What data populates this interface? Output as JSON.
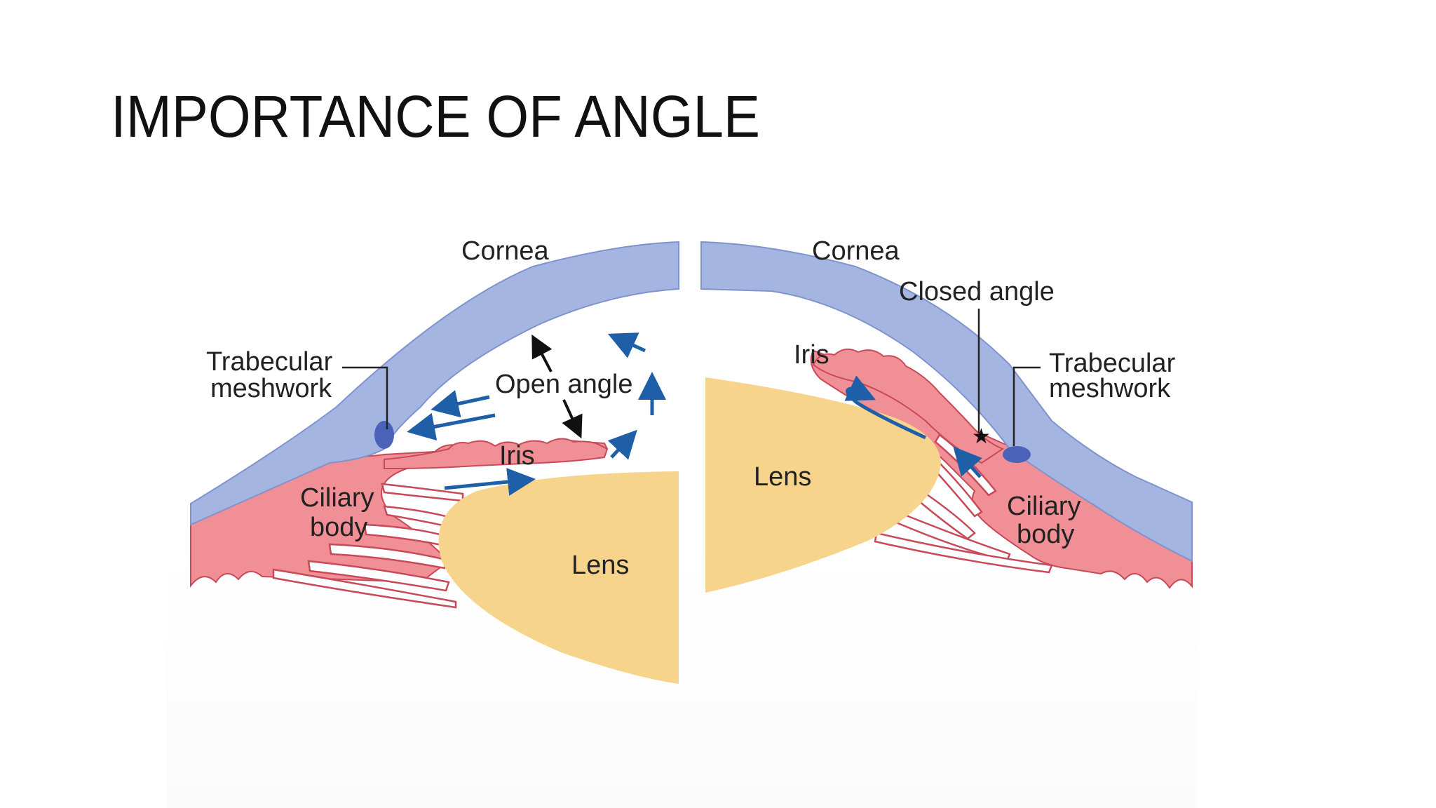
{
  "slide": {
    "title": "IMPORTANCE OF ANGLE"
  },
  "diagram": {
    "open": {
      "cornea": "Cornea",
      "trabecular_line1": "Trabecular",
      "trabecular_line2": "meshwork",
      "open_angle": "Open angle",
      "iris": "Iris",
      "ciliary_line1": "Ciliary",
      "ciliary_line2": "body",
      "lens": "Lens"
    },
    "closed": {
      "cornea": "Cornea",
      "closed_angle": "Closed angle",
      "iris": "Iris",
      "trabecular_line1": "Trabecular",
      "trabecular_line2": "meshwork",
      "lens": "Lens",
      "ciliary_line1": "Ciliary",
      "ciliary_line2": "body"
    }
  },
  "colors": {
    "cornea": "#a4b5e2",
    "tissue": "#f08f96",
    "lens": "#f6d48c",
    "flow_arrow": "#1f5fa8",
    "meshwork": "#4a62b8"
  }
}
